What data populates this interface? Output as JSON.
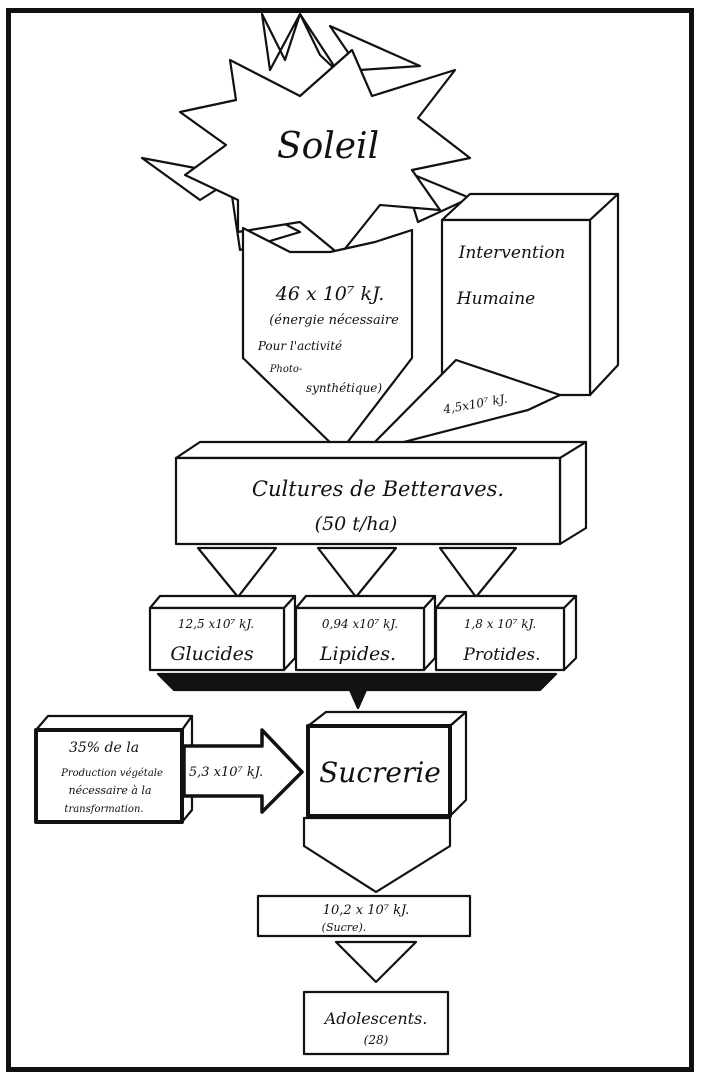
{
  "sun": {
    "label": "Soleil",
    "energy_value": "46 x 10⁷ kJ.",
    "energy_note_lines": [
      "(énergie nécessaire",
      "Pour l'activité",
      "Photo-",
      "synthétique)"
    ]
  },
  "human": {
    "label_lines": [
      "Intervention",
      "Humaine"
    ],
    "energy_value": "4,5x10⁷ kJ."
  },
  "crops": {
    "title": "Cultures de Betteraves.",
    "yield": "(50 t/ha)"
  },
  "nutrients": [
    {
      "value": "12,5 x10⁷ kJ.",
      "name": "Glucides"
    },
    {
      "value": "0,94 x10⁷ kJ.",
      "name": "Lipides."
    },
    {
      "value": "1,8 x 10⁷ kJ.",
      "name": "Protides."
    }
  ],
  "processing_note": {
    "lines": [
      "35% de la",
      "Production végétale",
      "nécessaire à la",
      "transformation."
    ]
  },
  "processing_energy": "5,3 x10⁷ kJ.",
  "factory": {
    "label": "Sucrerie"
  },
  "sugar": {
    "value": "10,2 x 10⁷ kJ.",
    "label": "(Sucre)."
  },
  "consumers": {
    "label": "Adolescents.",
    "count": "(28)"
  }
}
